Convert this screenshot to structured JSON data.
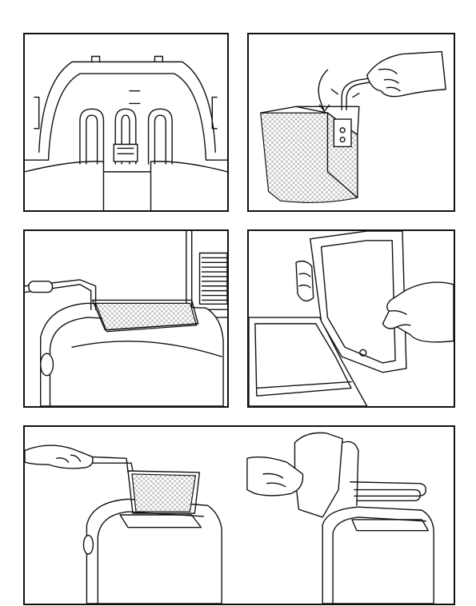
{
  "illustrations": [
    {
      "id": 1,
      "subject": "fryer-interior-heating-element"
    },
    {
      "id": 2,
      "subject": "attach-basket-handle"
    },
    {
      "id": 3,
      "subject": "basket-in-fryer"
    },
    {
      "id": 4,
      "subject": "lid-removal"
    },
    {
      "id": 5,
      "subject": "lift-basket-and-remove-element"
    }
  ]
}
